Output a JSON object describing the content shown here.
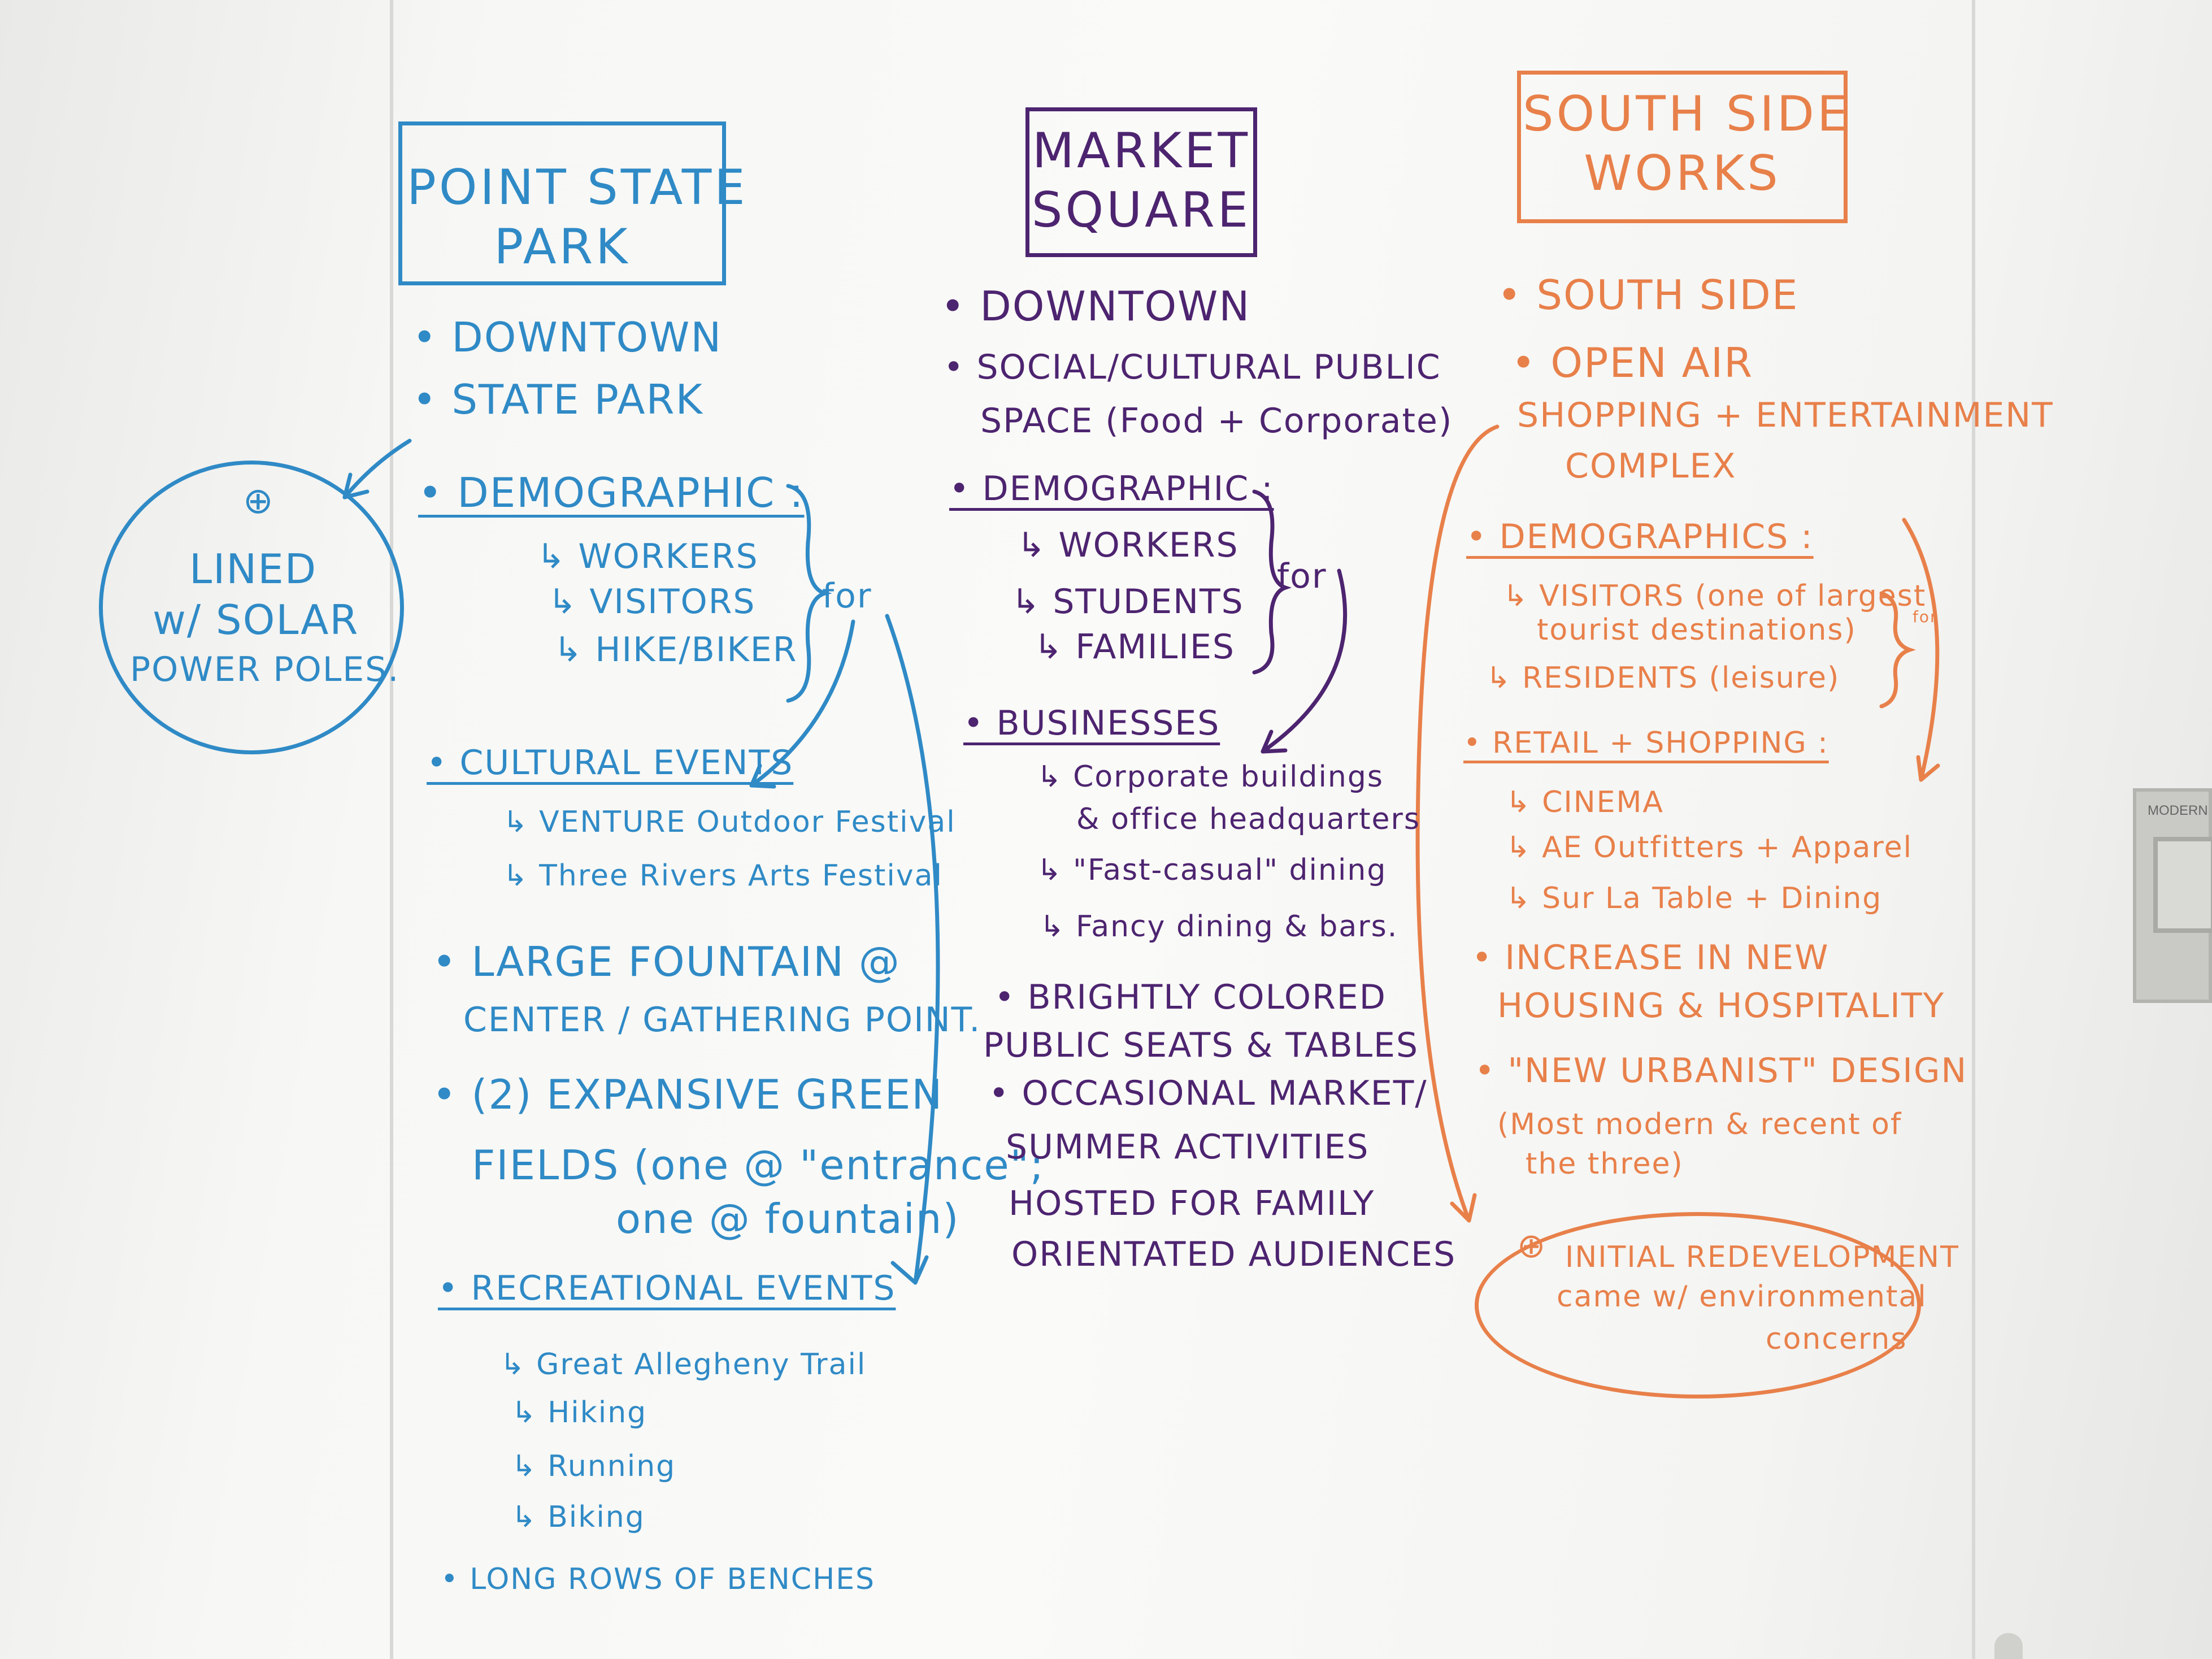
{
  "colors": {
    "blue": "#2f8ac6",
    "purple": "#4d2470",
    "orange": "#e8804a"
  },
  "left": {
    "title_line1": "POINT STATE",
    "title_line2": "PARK",
    "b1": "• DOWNTOWN",
    "b2": "• STATE PARK",
    "b3": "• DEMOGRAPHIC :",
    "d1": "↳ WORKERS",
    "d2": "↳ VISITORS",
    "d3": "↳ HIKE/BIKER",
    "for": "for",
    "circle_line1": "LINED",
    "circle_line2": "w/ SOLAR",
    "circle_line3": "POWER POLES.",
    "b4": "• CULTURAL EVENTS",
    "c1": "↳ VENTURE Outdoor Festival",
    "c2": "↳ Three Rivers Arts Festival",
    "b5a": "• LARGE FOUNTAIN @",
    "b5b": "CENTER / GATHERING POINT.",
    "b6a": "• (2) EXPANSIVE GREEN",
    "b6b": "FIELDS (one @ \"entrance\";",
    "b6c": "one @ fountain)",
    "b7": "• RECREATIONAL EVENTS",
    "r1": "↳ Great Allegheny Trail",
    "r2": "↳ Hiking",
    "r3": "↳ Running",
    "r4": "↳ Biking",
    "b8": "• LONG ROWS OF BENCHES"
  },
  "middle": {
    "title_line1": "MARKET",
    "title_line2": "SQUARE",
    "b1": "• DOWNTOWN",
    "b2a": "• SOCIAL/CULTURAL PUBLIC",
    "b2b": "SPACE (Food + Corporate)",
    "b3": "• DEMOGRAPHIC :",
    "d1": "↳ WORKERS",
    "d2": "↳ STUDENTS",
    "d3": "↳ FAMILIES",
    "for": "for",
    "b4": "• BUSINESSES",
    "s1a": "↳ Corporate buildings",
    "s1b": "& office headquarters",
    "s2": "↳ \"Fast-casual\" dining",
    "s3": "↳ Fancy dining & bars.",
    "b5a": "• BRIGHTLY COLORED",
    "b5b": "PUBLIC SEATS & TABLES",
    "b6a": "• OCCASIONAL MARKET/",
    "b6b": "SUMMER ACTIVITIES",
    "b6c": "HOSTED FOR FAMILY",
    "b6d": "ORIENTATED AUDIENCES"
  },
  "right": {
    "title_line1": "SOUTH SIDE",
    "title_line2": "WORKS",
    "b1": "• SOUTH SIDE",
    "b2a": "• OPEN AIR",
    "b2b": "SHOPPING + ENTERTAINMENT",
    "b2c": "COMPLEX",
    "b3": "• DEMOGRAPHICS :",
    "d1a": "↳ VISITORS (one of largest",
    "d1b": "tourist destinations)",
    "d2": "↳ RESIDENTS (leisure)",
    "for": "for",
    "b4": "• RETAIL + SHOPPING :",
    "s1": "↳ CINEMA",
    "s2": "↳ AE Outfitters + Apparel",
    "s3": "↳ Sur La Table + Dining",
    "b5a": "• INCREASE IN NEW",
    "b5b": "HOUSING & HOSPITALITY",
    "b6": "• \"NEW URBANIST\" DESIGN",
    "b6b": "(Most modern & recent of",
    "b6c": "the three)",
    "circle_line1": "INITIAL REDEVELOPMENT",
    "circle_line2": "came w/ environmental",
    "circle_line3": "concerns"
  },
  "wall_plate_label": "MODERN"
}
